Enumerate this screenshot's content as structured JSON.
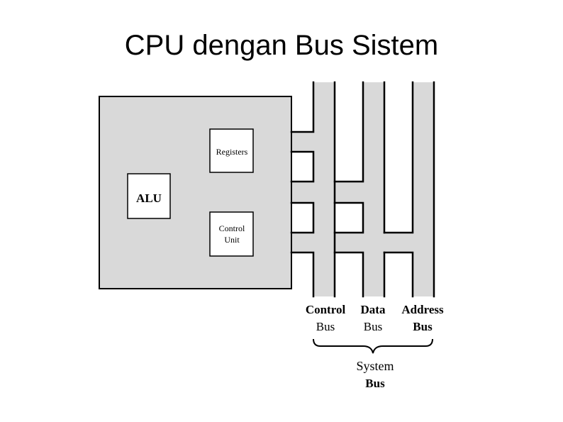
{
  "title": "CPU dengan Bus Sistem",
  "diagram": {
    "components": {
      "alu": "ALU",
      "registers": "Registers",
      "control_unit": [
        "Control",
        "Unit"
      ]
    },
    "buses": [
      {
        "name": [
          "Control",
          "Bus"
        ]
      },
      {
        "name": [
          "Data",
          "Bus"
        ]
      },
      {
        "name": [
          "Address",
          "Bus"
        ]
      }
    ],
    "system_bus": [
      "System",
      "Bus"
    ],
    "colors": {
      "fill": "#d9d9d9",
      "stroke": "#000000",
      "box": "#ffffff"
    }
  }
}
